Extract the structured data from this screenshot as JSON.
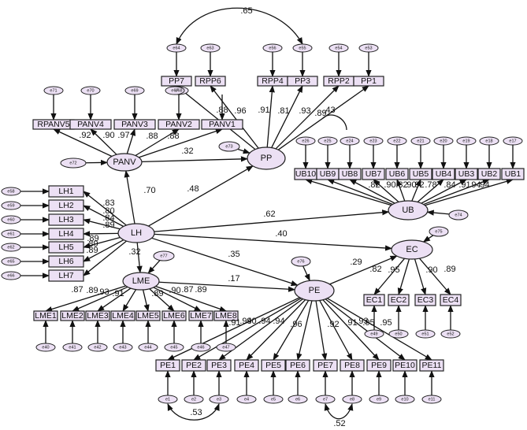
{
  "latents": {
    "PANV": "PANV",
    "PP": "PP",
    "LH": "LH",
    "LME": "LME",
    "PE": "PE",
    "UB": "UB",
    "EC": "EC"
  },
  "indicators": {
    "panv": [
      "RPANV5",
      "PANV4",
      "PANV3",
      "PANV2",
      "PANV1"
    ],
    "pp": [
      "PP7",
      "RPP6",
      "RPP4",
      "PP3",
      "RPP2",
      "PP1"
    ],
    "lh": [
      "LH1",
      "LH2",
      "LH3",
      "LH4",
      "LH5",
      "LH6",
      "LH7"
    ],
    "lme": [
      "LME1",
      "LME2",
      "LME3",
      "LME4",
      "LME5",
      "LME6",
      "LME7",
      "LME8"
    ],
    "pe": [
      "PE1",
      "PE2",
      "PE3",
      "PE4",
      "PE5",
      "PE6",
      "PE7",
      "PE8",
      "PE9",
      "PE10",
      "PE11"
    ],
    "ub": [
      "UB10",
      "UB9",
      "UB8",
      "UB7",
      "UB6",
      "UB5",
      "UB4",
      "UB3",
      "UB2",
      "UB1"
    ],
    "ec": [
      "EC1",
      "EC2",
      "EC3",
      "EC4"
    ]
  },
  "errors": {
    "panv": [
      "e71",
      "e70",
      "e69",
      "e68",
      "e67"
    ],
    "pp": [
      "e64",
      "e63",
      "e56",
      "e55",
      "e54",
      "e53"
    ],
    "lh": [
      "e58",
      "e59",
      "e60",
      "e61",
      "e62",
      "e65",
      "e66"
    ],
    "lme": [
      "e40",
      "e41",
      "e42",
      "e43",
      "e44",
      "e45",
      "e46",
      "e47"
    ],
    "pe": [
      "e1",
      "e2",
      "e3",
      "e4",
      "e5",
      "e6",
      "e7",
      "e8",
      "e9",
      "e10",
      "e11"
    ],
    "ub": [
      "e26",
      "e25",
      "e24",
      "e23",
      "e22",
      "e21",
      "e20",
      "e19",
      "e18",
      "e17"
    ],
    "ec": [
      "e49",
      "e50",
      "e51",
      "e52"
    ],
    "structural": {
      "PANV": "e72",
      "PP": "e73",
      "LME": "e77",
      "PE": "e76",
      "UB": "e74",
      "EC": "e75"
    }
  },
  "structural_paths": [
    {
      "from": "LH",
      "to": "PANV",
      "value": ".70"
    },
    {
      "from": "PANV",
      "to": "PP",
      "value": ".32"
    },
    {
      "from": "LH",
      "to": "PP",
      "value": ".48"
    },
    {
      "from": "LH",
      "to": "UB",
      "value": ".62"
    },
    {
      "from": "LH",
      "to": "EC",
      "value": ".40"
    },
    {
      "from": "LH",
      "to": "PE",
      "value": ".35"
    },
    {
      "from": "LH",
      "to": "LME",
      "value": ".32"
    },
    {
      "from": "LME",
      "to": "PE",
      "value": ".17"
    },
    {
      "from": "PE",
      "to": "EC",
      "value": ".29"
    }
  ],
  "loadings": {
    "panv": [
      ".92",
      ".90",
      ".97",
      ".88",
      ".88"
    ],
    "pp": [
      ".88",
      ".96",
      ".91",
      ".81",
      ".93",
      ".89"
    ],
    "lh": [
      ".83",
      ".80",
      ".84",
      ".89",
      ".89",
      ".89",
      ".89"
    ],
    "lme": [
      ".87",
      ".89",
      ".93",
      ".91",
      ".89",
      ".90",
      ".87",
      ".89"
    ],
    "pe": [
      ".91",
      ".94",
      ".90",
      ".94",
      ".94",
      ".96",
      ".92",
      ".91",
      ".93",
      ".95",
      ".95"
    ],
    "ub": [
      ".82",
      ".90",
      ".82",
      ".90",
      ".92",
      ".78",
      ".84",
      ".91",
      ".94",
      ".94"
    ],
    "ec": [
      ".82",
      ".95",
      ".90",
      ".89"
    ]
  },
  "covariances": [
    {
      "between": "e64-e55",
      "value": ".65"
    },
    {
      "between": "PP3-PP1",
      "value": ".43"
    },
    {
      "between": "e1-e3",
      "value": ".53"
    },
    {
      "between": "e7-e8",
      "value": ".52"
    }
  ],
  "colors": {
    "fill": "#ece0f4",
    "stroke": "#222222"
  }
}
